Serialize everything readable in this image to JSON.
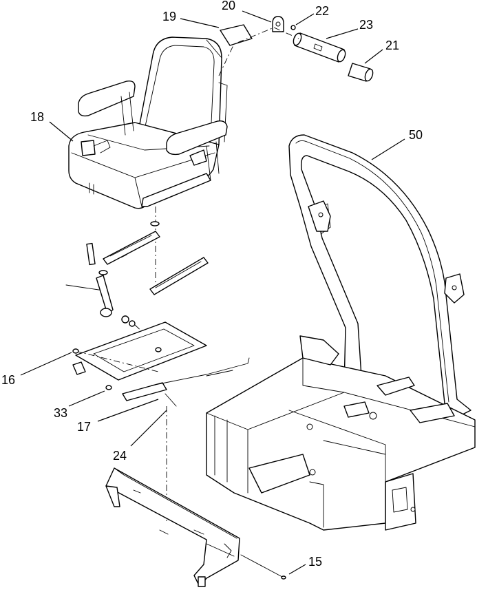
{
  "callouts": [
    {
      "id": "c15",
      "label": "15",
      "part": "bolt"
    },
    {
      "id": "c16",
      "label": "16",
      "part": "nut"
    },
    {
      "id": "c17",
      "label": "17",
      "part": "seat-latch-rod"
    },
    {
      "id": "c18",
      "label": "18",
      "part": "seat"
    },
    {
      "id": "c19",
      "label": "19",
      "part": "manual-tube-cap"
    },
    {
      "id": "c20",
      "label": "20",
      "part": "bracket-clip"
    },
    {
      "id": "c21",
      "label": "21",
      "part": "tube-cap"
    },
    {
      "id": "c22",
      "label": "22",
      "part": "screw"
    },
    {
      "id": "c23",
      "label": "23",
      "part": "manual-tube"
    },
    {
      "id": "c24",
      "label": "24",
      "part": "seat-support-frame"
    },
    {
      "id": "c33",
      "label": "33",
      "part": "nut-small"
    },
    {
      "id": "c50",
      "label": "50",
      "part": "roll-over-protection-bar"
    }
  ]
}
